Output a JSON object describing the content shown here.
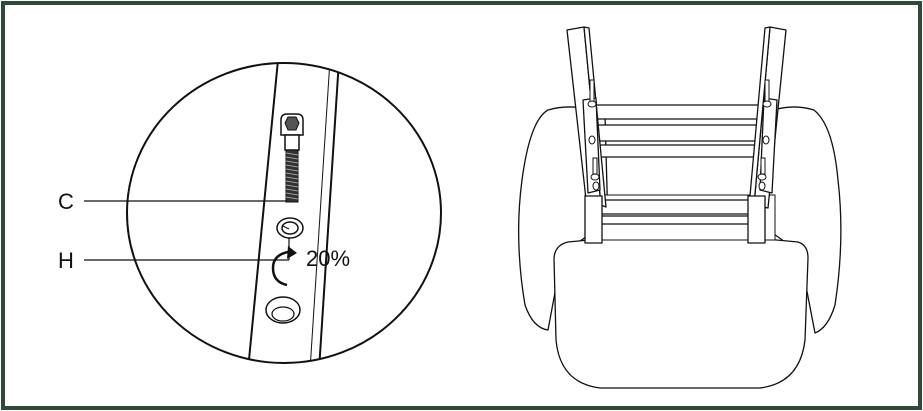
{
  "callouts": {
    "c_label": "C",
    "h_label": "H",
    "torque_label": "20%"
  },
  "colors": {
    "frame_border": "#2f4a3a",
    "line": "#111111",
    "background": "#ffffff"
  }
}
